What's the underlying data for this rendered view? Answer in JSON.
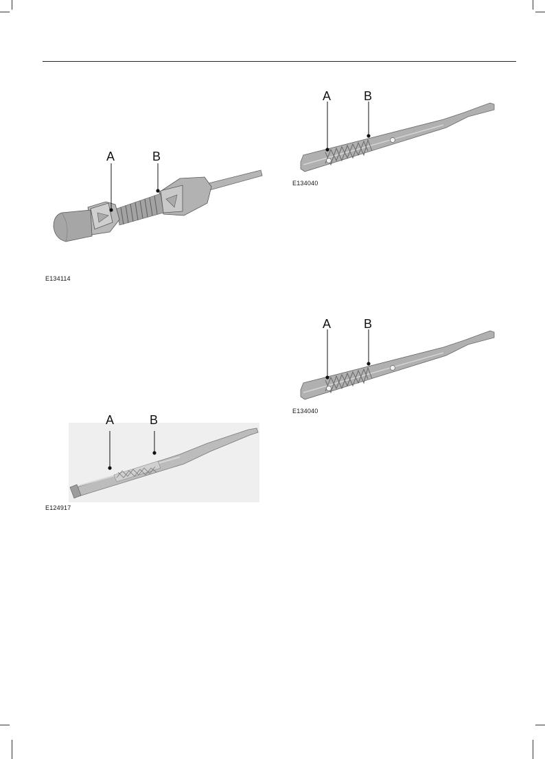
{
  "figures": {
    "fig1": {
      "code": "E134114",
      "label_a": "A",
      "label_b": "B",
      "subject": "dipstick-knurled-tip"
    },
    "fig2": {
      "code": "E134040",
      "label_a": "A",
      "label_b": "B",
      "subject": "dipstick-flat-blade"
    },
    "fig3": {
      "code": "E124917",
      "label_a": "A",
      "label_b": "B",
      "subject": "dipstick-tube-tip"
    },
    "fig4": {
      "code": "E134040",
      "label_a": "A",
      "label_b": "B",
      "subject": "dipstick-flat-blade"
    }
  },
  "colors": {
    "metal_light": "#c8c8c8",
    "metal_mid": "#a9a9a9",
    "metal_dark": "#7e7e7e",
    "line": "#111111"
  }
}
